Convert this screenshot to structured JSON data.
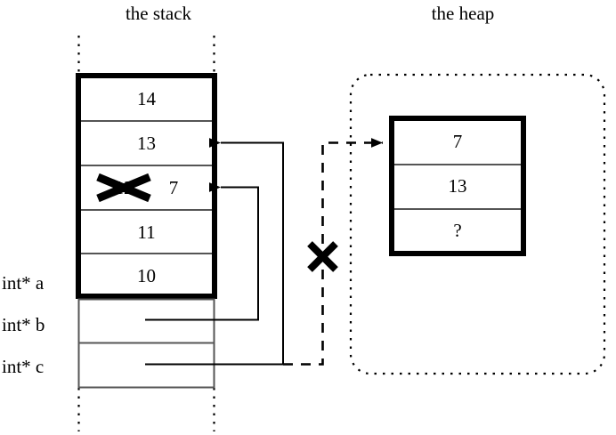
{
  "diagram": {
    "stack": {
      "title": "the stack",
      "frame_cells": [
        {
          "value": "14"
        },
        {
          "value": "13"
        },
        {
          "value": "12",
          "struck": true,
          "replacement": "7"
        },
        {
          "value": "11"
        },
        {
          "value": "10"
        }
      ],
      "pointer_cells": [
        {
          "label": "int* b",
          "value": ""
        },
        {
          "label": "int* c",
          "value": ""
        }
      ],
      "variable_labels": [
        "int* a",
        "int* b",
        "int* c"
      ]
    },
    "heap": {
      "title": "the heap",
      "cells": [
        {
          "value": "7"
        },
        {
          "value": "13"
        },
        {
          "value": "?"
        }
      ]
    },
    "annotations": {
      "dangling_pointer_cross": "✕",
      "struck_value_cross": "✕"
    },
    "colors": {
      "ink": "#000000",
      "background": "#ffffff",
      "thin_rule": "#555555"
    }
  }
}
